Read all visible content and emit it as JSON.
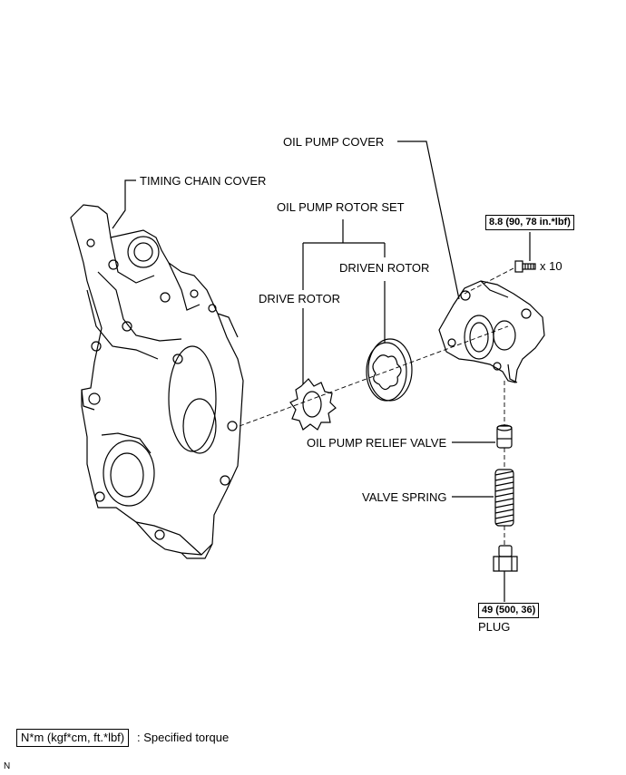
{
  "labels": {
    "timing_chain_cover": "TIMING CHAIN COVER",
    "oil_pump_rotor_set": "OIL PUMP ROTOR SET",
    "oil_pump_cover": "OIL PUMP COVER",
    "driven_rotor": "DRIVEN ROTOR",
    "drive_rotor": "DRIVE ROTOR",
    "oil_pump_relief_valve": "OIL PUMP RELIEF VALVE",
    "valve_spring": "VALVE SPRING",
    "plug": "PLUG",
    "bolt_qty": "x 10"
  },
  "torque": {
    "bolt": "8.8 (90, 78 in.*lbf)",
    "plug": "49 (500, 36)"
  },
  "legend": {
    "unit_box": "N*m (kgf*cm, ft.*lbf)",
    "description": ": Specified torque"
  },
  "corner_mark": "N"
}
